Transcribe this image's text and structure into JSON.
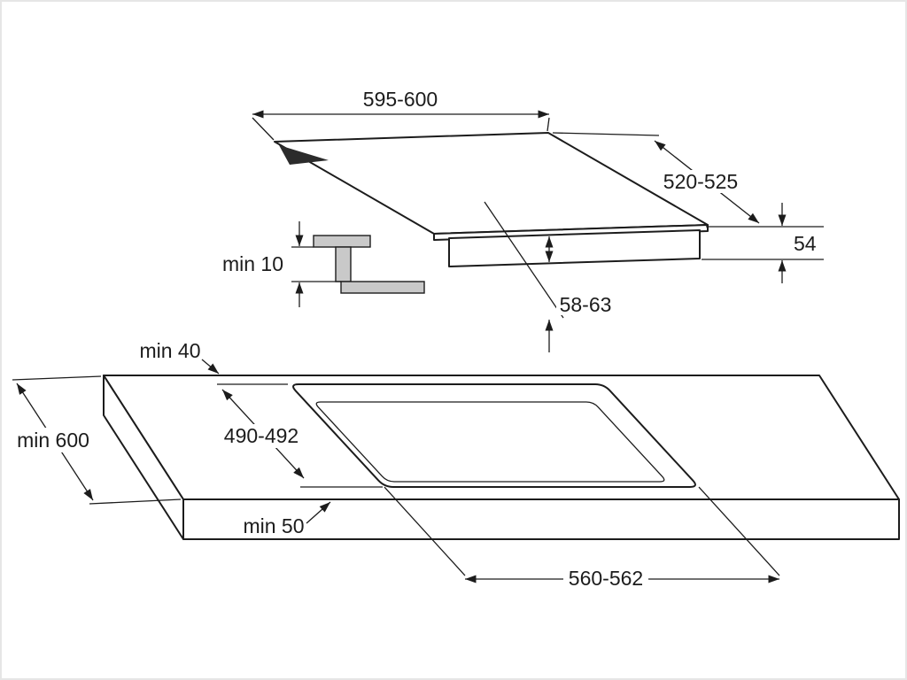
{
  "figure": {
    "type": "hob-installation-dimension-diagram",
    "hob": {
      "width": "595-600",
      "depth": "520-525",
      "height": "54",
      "build_in_depth": "58-63",
      "min_gap_below": "min 10"
    },
    "worktop": {
      "min_rear_distance": "min 40",
      "min_depth": "min 600",
      "cutout_depth": "490-492",
      "min_front_distance": "min 50",
      "cutout_width": "560-562"
    },
    "colors": {
      "line": "#1c1c1c",
      "bracket-fill": "#c9c9c9",
      "bevel-fill": "#2b2b2b",
      "background": "#ffffff"
    }
  }
}
